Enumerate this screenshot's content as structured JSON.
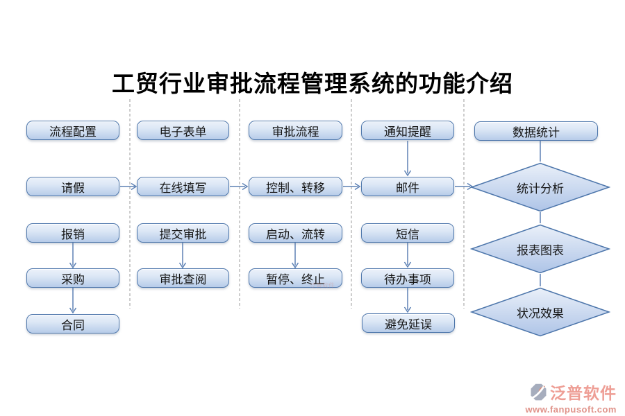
{
  "title": "工贸行业审批流程管理系统的功能介绍",
  "columns": [
    {
      "header": "流程配置",
      "items": [
        "请假",
        "报销",
        "采购",
        "合同"
      ]
    },
    {
      "header": "电子表单",
      "items": [
        "在线填写",
        "提交审批",
        "审批查阅"
      ]
    },
    {
      "header": "审批流程",
      "items": [
        "控制、转移",
        "启动、流转",
        "暂停、终止"
      ]
    },
    {
      "header": "通知提醒",
      "items": [
        "邮件",
        "短信",
        "待办事项",
        "避免延误"
      ]
    },
    {
      "header": "数据统计",
      "items": [
        "统计分析",
        "报表图表",
        "状况效果"
      ]
    }
  ],
  "watermark": "泛普软件",
  "footer": {
    "brand": "泛普软件",
    "url": "www.fanpusoft.com"
  },
  "colors": {
    "node_border": "#4d76ab",
    "node_fill_top": "#ecf2fa",
    "node_fill_bottom": "#b7cce9",
    "arrow": "#5d81b4",
    "separator": "#9b9b9b",
    "title": "#000000",
    "brand": "#ee9e95"
  }
}
